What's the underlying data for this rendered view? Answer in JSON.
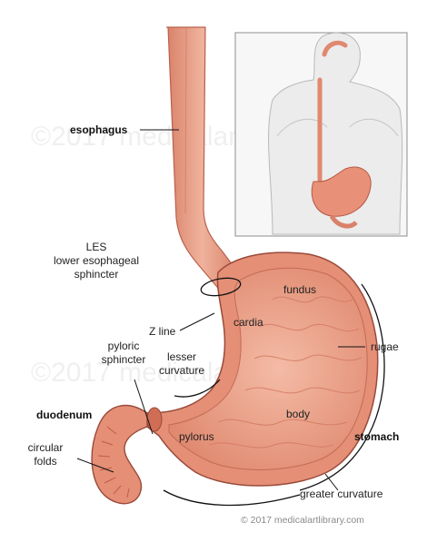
{
  "labels": {
    "esophagus": "esophagus",
    "les_1": "LES",
    "les_2": "lower esophageal",
    "les_3": "sphincter",
    "z_line": "Z line",
    "fundus": "fundus",
    "cardia": "cardia",
    "rugae": "rugae",
    "lesser_1": "lesser",
    "lesser_2": "curvature",
    "pyloric_1": "pyloric",
    "pyloric_2": "sphincter",
    "duodenum": "duodenum",
    "body": "body",
    "pylorus": "pylorus",
    "stomach": "stomach",
    "circular_1": "circular",
    "circular_2": "folds",
    "greater": "greater curvature"
  },
  "watermark": "©2017 medicalartlibrary",
  "copyright": "© 2017 medicalartlibrary.com",
  "colors": {
    "tissue": "#e89a80",
    "tissue_dark": "#c8644f",
    "mucosa": "#f2b49e",
    "outline": "#9a4a3a",
    "inset_border": "#8c8c8c"
  }
}
